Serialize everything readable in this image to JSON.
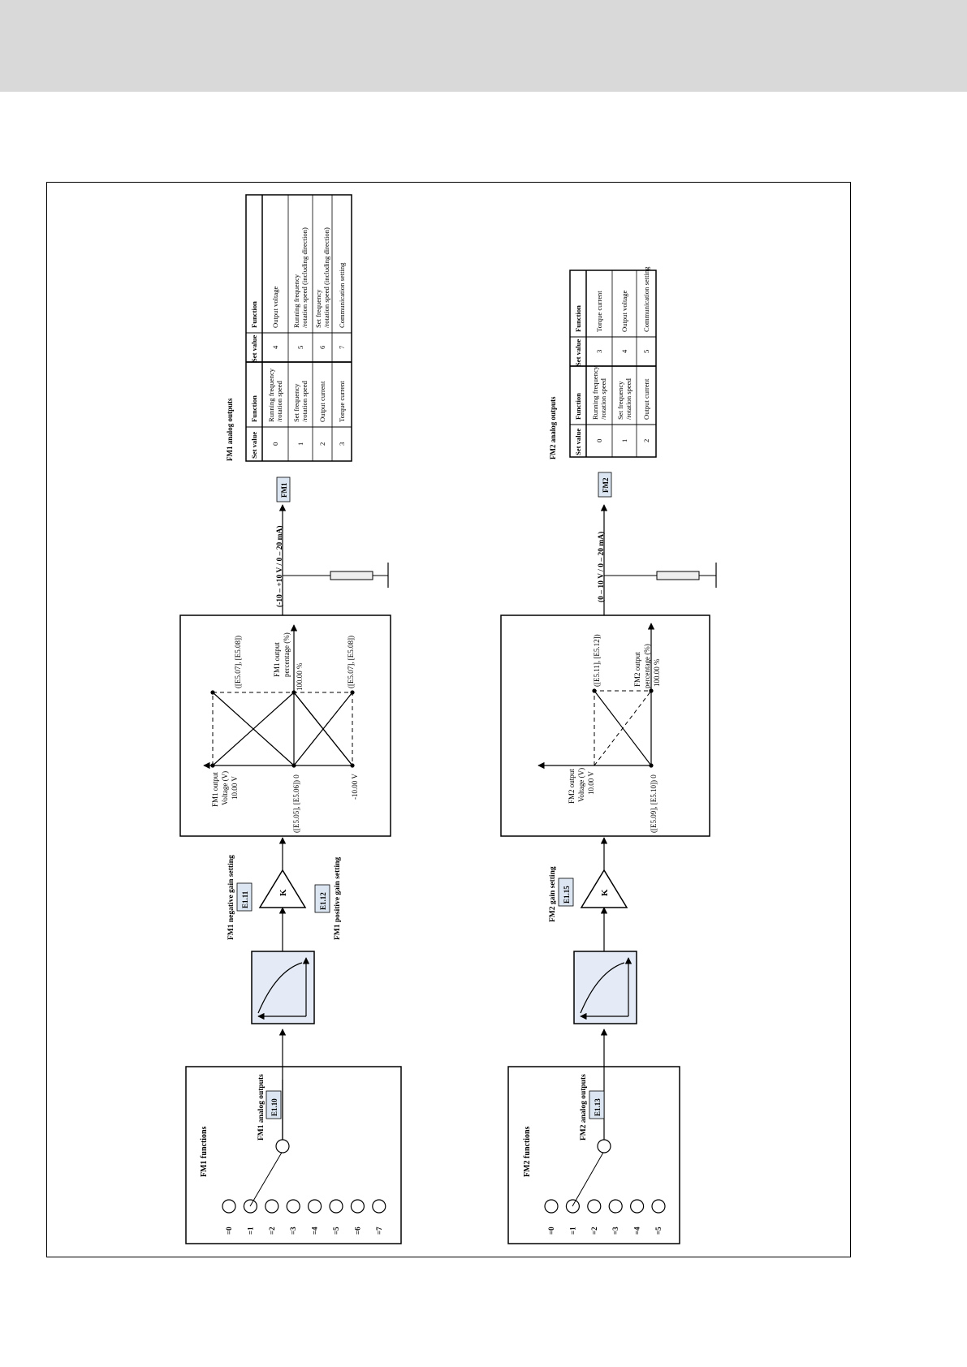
{
  "fm1": {
    "functions_title": "FM1 functions",
    "selector_options": [
      "=0",
      "=1",
      "=2",
      "=3",
      "=4",
      "=5",
      "=6",
      "=7"
    ],
    "analog_outputs_label": "FM1 analog outputs",
    "analog_outputs_param": "E1.10",
    "negative_gain_label": "FM1 negative gain setting",
    "negative_gain_param": "E1.11",
    "positive_gain_label": "FM1 positive gain setting",
    "positive_gain_param": "E1.12",
    "gain_symbol": "K",
    "graph": {
      "y_axis_label_1": "FM1 output",
      "y_axis_label_2": "Voltage (V)",
      "y_max_label": "10.00 V",
      "y_min_label": "-10.00 V",
      "origin_label": "([E5.05], [E5.06]) 0",
      "top_point_label": "([E5.07], [E5.08])",
      "bottom_point_label": "([E5.07], [E5.08])",
      "x_axis_label_1": "FM1 output",
      "x_axis_label_2": "percentage (%)",
      "x_max_label": "100.00 %"
    },
    "output_range": "(-10 – +10 V / 0 – 20 mA)",
    "terminal": "FM1",
    "table_title": "FM1 analog outputs",
    "table_header": [
      "Set value",
      "Function",
      "Set value",
      "Function"
    ],
    "table_rows": [
      [
        "0",
        "Running frequency /rotation speed",
        "4",
        "Output voltage"
      ],
      [
        "1",
        "Set frequency /rotation speed",
        "5",
        "Running frequency /rotation speed (including direction)"
      ],
      [
        "2",
        "Output current",
        "6",
        "Set frequency /rotation speed (including direction)"
      ],
      [
        "3",
        "Torque current",
        "7",
        "Communication setting"
      ]
    ]
  },
  "fm2": {
    "functions_title": "FM2 functions",
    "selector_options": [
      "=0",
      "=1",
      "=2",
      "=3",
      "=4",
      "=5"
    ],
    "analog_outputs_label": "FM2 analog outputs",
    "analog_outputs_param": "E1.13",
    "gain_label": "FM2 gain setting",
    "gain_param": "E1.15",
    "gain_symbol": "K",
    "graph": {
      "y_axis_label_1": "FM2 output",
      "y_axis_label_2": "Voltage (V)",
      "y_max_label": "10.00 V",
      "origin_label": "([E5.09], [E5.10]) 0",
      "top_point_label": "([E5.11], [E5.12])",
      "x_axis_label_1": "FM2 output",
      "x_axis_label_2": "percentage (%)",
      "x_max_label": "100.00 %"
    },
    "output_range": "(0 – 10 V / 0 – 20 mA)",
    "terminal": "FM2",
    "table_title": "FM2 analog outputs",
    "table_header": [
      "Set value",
      "Function",
      "Set value",
      "Function"
    ],
    "table_rows": [
      [
        "0",
        "Running frequency /rotation speed",
        "3",
        "Torque current"
      ],
      [
        "1",
        "Set frequency /rotation speed",
        "4",
        "Output voltage"
      ],
      [
        "2",
        "Output current",
        "5",
        "Communication setting"
      ]
    ]
  },
  "colors": {
    "param_fill": "#dce6f2",
    "filter_fill": "#e4ebf6",
    "resistor_fill": "#eeeeee"
  }
}
